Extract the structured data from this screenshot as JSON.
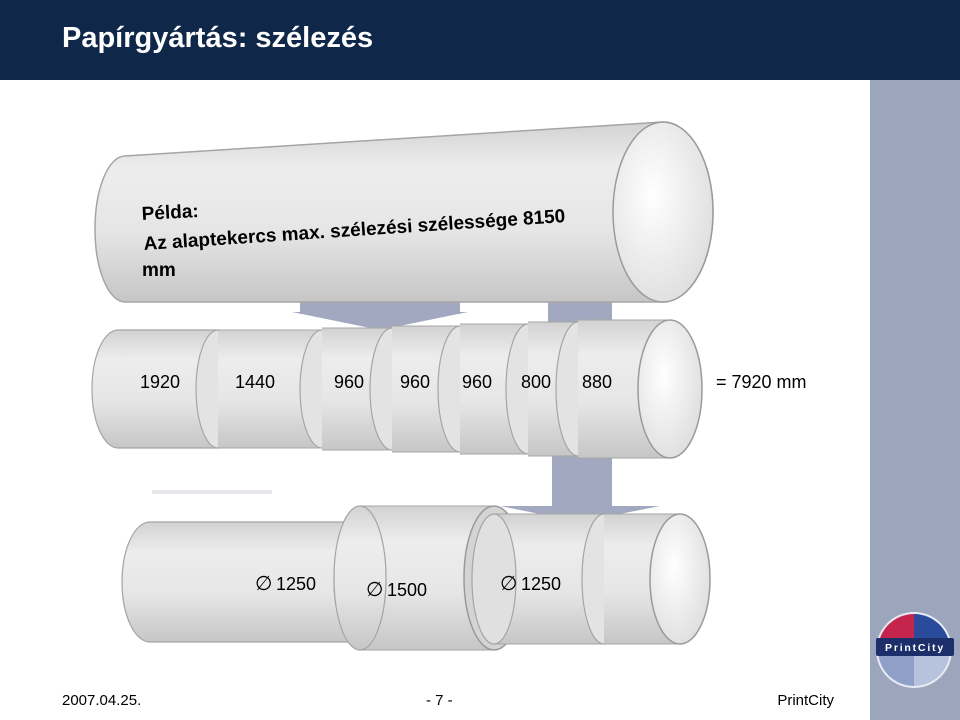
{
  "slide": {
    "title": "Papírgyártás: szélezés",
    "parent_roll": {
      "line1": "Példa:",
      "line2": "Az alaptekercs max. szélezési szélessége 8150",
      "line3": "mm"
    },
    "slit_widths": [
      "1920",
      "1440",
      "960",
      "960",
      "960",
      "800",
      "880"
    ],
    "total": "= 7920 mm",
    "diameters": [
      "1250",
      "1500",
      "1250"
    ],
    "diameter_symbol": "∅"
  },
  "footer": {
    "date": "2007.04.25.",
    "page": "- 7 -",
    "brand": "PrintCity"
  },
  "logo": {
    "text": "PrintCity"
  },
  "colors": {
    "header": "#0f2748",
    "sidebar": "#9ba6bd",
    "roll": "#e4e4e4",
    "arrow": "#a2a8bf"
  }
}
